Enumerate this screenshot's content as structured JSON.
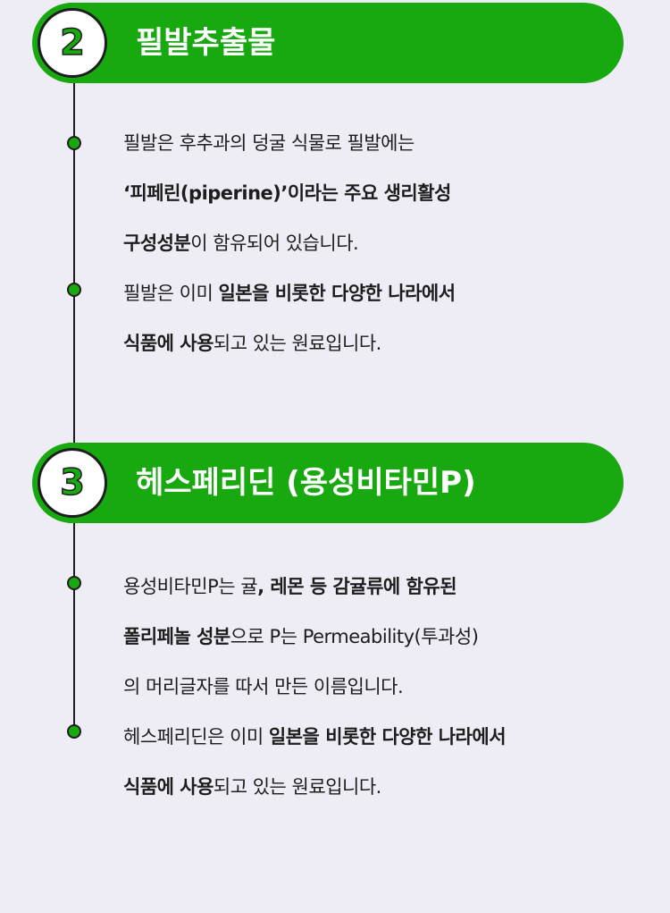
{
  "colors": {
    "accent": "#18a810",
    "background": "#eeedf5",
    "text": "#1d1d1d"
  },
  "sections": [
    {
      "number": "2",
      "title": "필발추출물",
      "paragraphs": [
        {
          "lines": [
            [
              {
                "t": "필발은 후추과의 덩굴 식물로 필발에는"
              }
            ],
            [
              {
                "t": "‘피페린(piperine)’이라는  주요 생리활성",
                "b": true
              }
            ],
            [
              {
                "t": "구성성분",
                "b": true
              },
              {
                "t": "이 함유되어 있습니다."
              }
            ]
          ]
        },
        {
          "lines": [
            [
              {
                "t": "필발은 이미 "
              },
              {
                "t": "일본을 비롯한 다양한 나라에서",
                "b": true
              }
            ],
            [
              {
                "t": "식품에 사용",
                "b": true
              },
              {
                "t": "되고 있는 원료입니다."
              }
            ]
          ]
        }
      ]
    },
    {
      "number": "3",
      "title": "헤스페리딘 (용성비타민P)",
      "paragraphs": [
        {
          "lines": [
            [
              {
                "t": "용성비타민P는 귤"
              },
              {
                "t": ", 레몬 등 감귤류에 함유된",
                "b": true
              }
            ],
            [
              {
                "t": "폴리페놀 성분",
                "b": true
              },
              {
                "t": "으로  P는 Permeability(투과성)"
              }
            ],
            [
              {
                "t": "의 머리글자를 따서 만든 이름입니다."
              }
            ]
          ]
        },
        {
          "lines": [
            [
              {
                "t": "헤스페리딘은 이미 "
              },
              {
                "t": "일본을 비롯한 다양한 나라에서",
                "b": true
              }
            ],
            [
              {
                "t": "식품에 사용",
                "b": true
              },
              {
                "t": "되고 있는 원료입니다."
              }
            ]
          ]
        }
      ]
    }
  ]
}
